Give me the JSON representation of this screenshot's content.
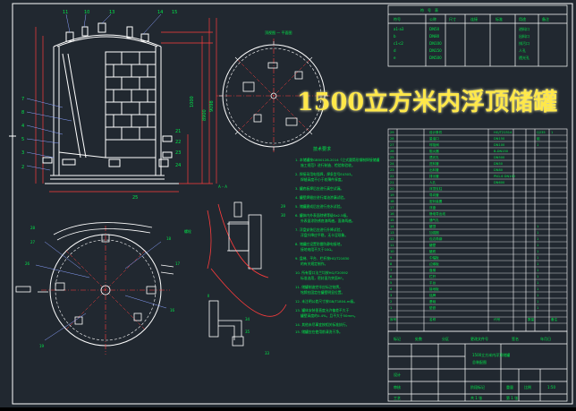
{
  "overlay_title": "1500立方米内浮顶储罐",
  "views": {
    "detail_a_label": "A – A",
    "detail_b_label": "B",
    "roman_label": "II"
  },
  "colors": {
    "background": "#212830",
    "frame": "#ffffff",
    "geometry": "#ffffff",
    "dimension": "#ff3c3c",
    "hatch": "#ffffff",
    "text": "#00e84a",
    "centerline": "#ff3c3c",
    "leader": "#8aa0ff",
    "title_overlay": "#ffe84a"
  }
}
